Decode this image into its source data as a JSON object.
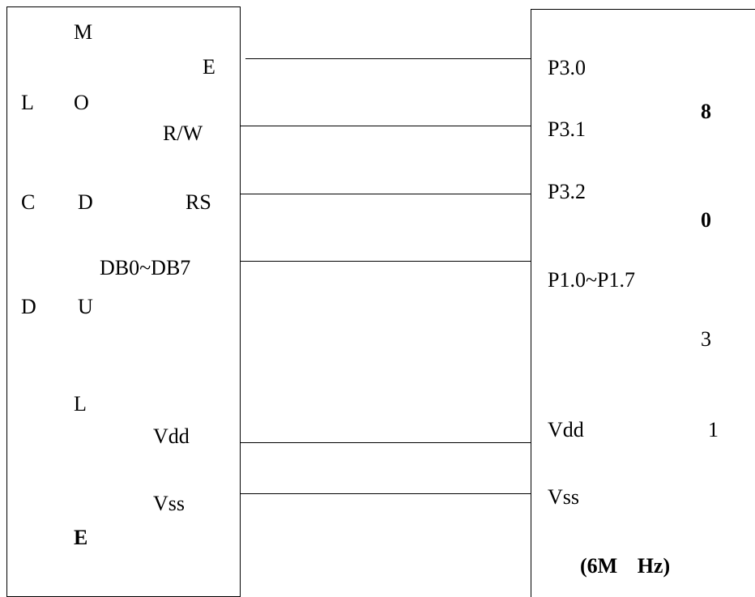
{
  "lcd_module": {
    "title_letters": [
      "L",
      "C",
      "D",
      "M",
      "O",
      "D",
      "U",
      "L",
      "E"
    ],
    "pins": {
      "e": "E",
      "rw": "R/W",
      "rs": "RS",
      "data_bus": "DB0~DB7",
      "vdd": "Vdd",
      "vss": "Vss"
    }
  },
  "mcu": {
    "title_chars": [
      "8",
      "0",
      "3",
      "1"
    ],
    "pins": {
      "p30": "P3.0",
      "p31": "P3.1",
      "p32": "P3.2",
      "port1": "P1.0~P1.7",
      "vdd": "Vdd",
      "vss": "Vss"
    },
    "clock": "(6M Hz)"
  }
}
